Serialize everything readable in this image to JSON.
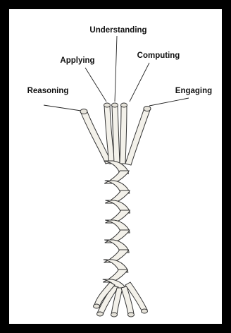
{
  "diagram": {
    "labels": {
      "understanding": "Understanding",
      "applying": "Applying",
      "computing": "Computing",
      "reasoning": "Reasoning",
      "engaging": "Engaging"
    },
    "colors": {
      "frame": "#000000",
      "background": "#ffffff",
      "rope_fill": "#f3f1ea",
      "rope_stroke": "#333333",
      "text": "#111111"
    }
  }
}
